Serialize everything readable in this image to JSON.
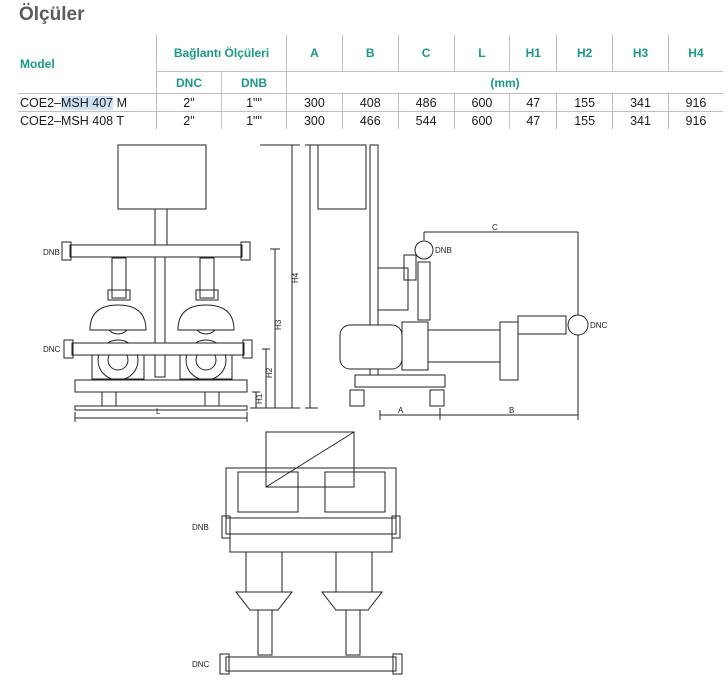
{
  "page": {
    "title": "Ölçüler"
  },
  "table": {
    "model_header": "Model",
    "connection_header": "Bağlantı Ölçüleri",
    "dim_headers": [
      "A",
      "B",
      "C",
      "L",
      "H1",
      "H2",
      "H3",
      "H4"
    ],
    "sub_headers": {
      "dnc": "DNC",
      "dnb": "DNB",
      "unit": "(mm)"
    },
    "rows": [
      {
        "model": "COE2–MSH 407 M",
        "dnc": "2\"",
        "dnb": "1\"\"",
        "values": [
          "300",
          "408",
          "486",
          "600",
          "47",
          "155",
          "341",
          "916"
        ]
      },
      {
        "model": "COE2–MSH 408 T",
        "dnc": "2\"",
        "dnb": "1\"\"",
        "values": [
          "300",
          "466",
          "544",
          "600",
          "47",
          "155",
          "341",
          "916"
        ]
      }
    ]
  },
  "drawing": {
    "front": {
      "dnb": "DNB",
      "dnc": "DNC",
      "l": "L",
      "h1": "H1",
      "h2": "H2",
      "h3": "H3",
      "h4": "H4"
    },
    "side": {
      "dnb": "DNB",
      "dnc": "DNC",
      "a": "A",
      "b": "B",
      "c": "C"
    },
    "top": {
      "dnb": "DNB",
      "dnc": "DNC"
    }
  }
}
